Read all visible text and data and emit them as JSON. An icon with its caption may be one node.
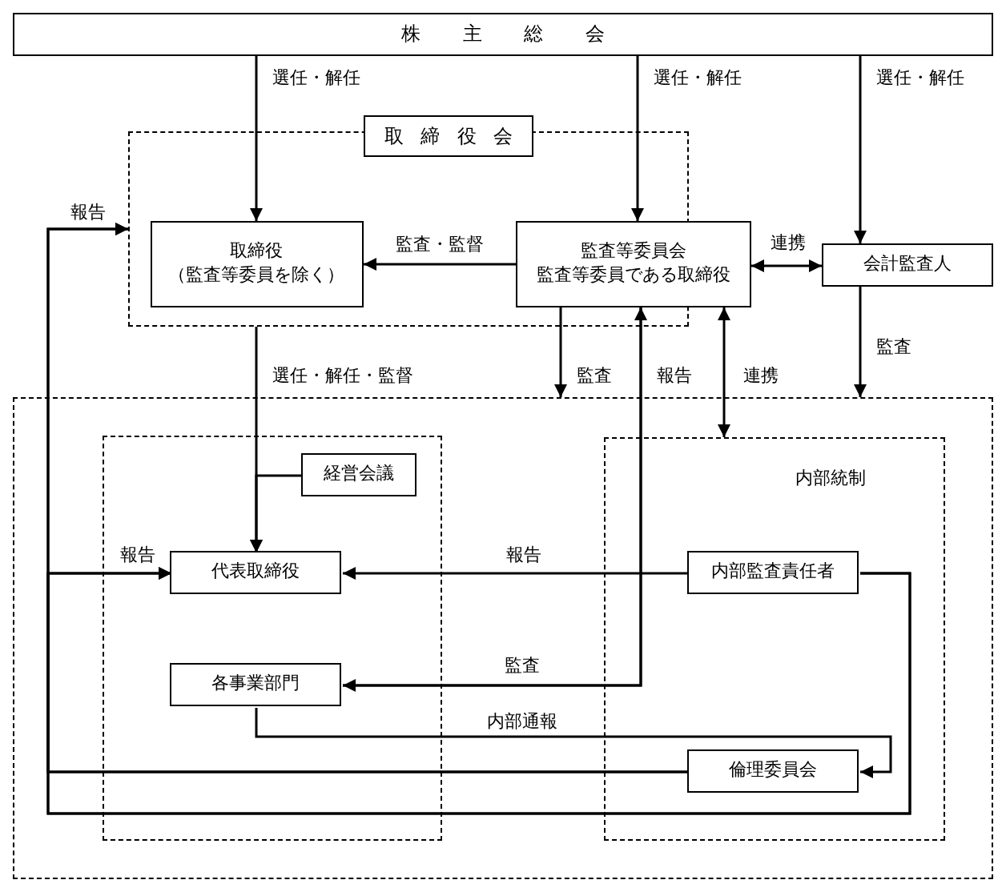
{
  "diagram": {
    "nodes": [
      {
        "text": [
          "株主総会"
        ]
      },
      {
        "text": [
          "取締役会"
        ]
      },
      {
        "text": [],
        "shape": "box"
      },
      {
        "text": [
          "取締役",
          "（監査等委員を除く）"
        ],
        "in": 2
      },
      {
        "text": [
          "監査等委員会",
          "監査等委員である取締役"
        ]
      },
      {
        "text": [
          "会計監査人"
        ]
      },
      {
        "text": [],
        "shape": "box"
      },
      {
        "text": [],
        "shape": "box",
        "in": 6
      },
      {
        "text": [
          "経営会議"
        ],
        "in": 7
      },
      {
        "text": [
          "代表取締役"
        ],
        "in": 7
      },
      {
        "text": [
          "各事業部門"
        ],
        "in": 7
      },
      {
        "text": [
          "内部統制"
        ],
        "in": 6
      },
      {
        "text": [
          "内部監査責任者"
        ],
        "in": 11
      },
      {
        "text": [
          "倫理委員会"
        ],
        "in": 11
      }
    ],
    "edges": [
      {
        "from": 0,
        "to": 3,
        "arrow": "to",
        "label": "選任・解任"
      },
      {
        "from": 0,
        "to": 4,
        "arrow": "to",
        "label": "選任・解任"
      },
      {
        "from": 0,
        "to": 5,
        "arrow": "to",
        "label": "選任・解任"
      },
      {
        "from": 4,
        "to": 3,
        "arrow": "to",
        "label": "監査・監督"
      },
      {
        "from": 4,
        "to": 5,
        "arrow": "both",
        "label": "連携"
      },
      {
        "from": 2,
        "to": 9,
        "arrow": "to",
        "label": "選任・解任・監督"
      },
      {
        "from": 8,
        "to": 9,
        "arrow": "to"
      },
      {
        "from": 4,
        "to": 6,
        "arrow": "to",
        "label": "監査"
      },
      {
        "from": 5,
        "to": 6,
        "arrow": "to",
        "label": "監査"
      },
      {
        "from": 4,
        "to": 10,
        "arrow": "to",
        "label": "監査"
      },
      {
        "from": 10,
        "to": 4,
        "arrow": "to",
        "label": "報告"
      },
      {
        "from": 4,
        "to": 11,
        "arrow": "both",
        "label": "連携"
      },
      {
        "from": 12,
        "to": 9,
        "arrow": "to",
        "label": "報告"
      },
      {
        "from": 10,
        "to": 13,
        "arrow": "to",
        "label": "内部通報"
      },
      {
        "from": 12,
        "to": 2,
        "arrow": "to",
        "label": "報告"
      },
      {
        "from": 13,
        "to": 2,
        "arrow": "to"
      },
      {
        "from": 12,
        "to": 9,
        "arrow": "to",
        "label": "報告"
      },
      {
        "from": 13,
        "to": 9,
        "arrow": "to"
      }
    ]
  }
}
